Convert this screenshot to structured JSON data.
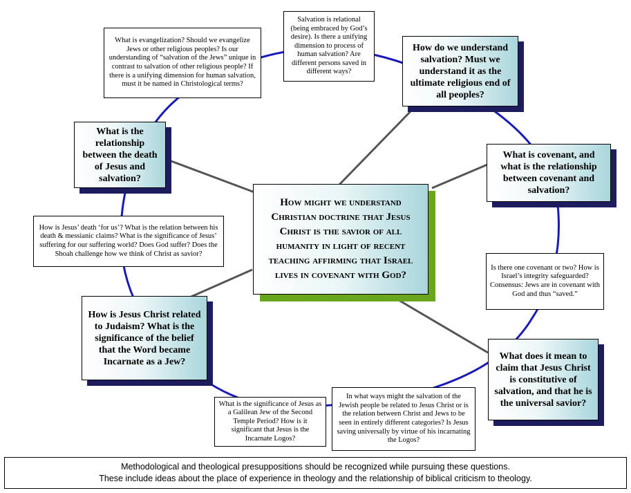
{
  "center": {
    "text": "How might we understand Christian doctrine that Jesus Christ is the savior of all humanity in light of recent teaching affirming that Israel lives in covenant with God?"
  },
  "questions": {
    "q1": "How do we understand salvation? Must we understand it as the ultimate religious end of all peoples?",
    "q2": "What is covenant, and what is the relationship between covenant and salvation?",
    "q3": "What does it mean to claim that Jesus Christ is constitutive of salvation, and that he is the universal savior?",
    "q4": "How is Jesus Christ related to Judaism? What is the significance of the belief that the Word became Incarnate as a Jew?",
    "q5": "What is the relationship between the death of Jesus and salvation?"
  },
  "notes": {
    "n_top": "Salvation is relational (being embraced by God’s desire). Is there a unifying dimension to process of human salvation? Are different persons saved in different ways?",
    "n_right": "Is there one covenant or two? How is Israel’s integrity safeguarded? Consensus: Jews are in covenant with God and thus “saved.”",
    "n_bottom_right": "In what ways might the salvation of the Jewish people be related to Jesus Christ or is the relation between Christ and Jews to be seen in entirely different categories? Is Jesus saving universally by virtue of his incarnating the Logos?",
    "n_bottom_left": "What is the significance of Jesus as a Galilean Jew of the Second Temple Period? How is it significant that Jesus is the Incarnate Logos?",
    "n_left": "How is Jesus’ death ‘for us’? What is the relation between his death & messianic claims? What is the significance of Jesus’ suffering for our suffering world? Does God suffer? Does the Shoah challenge how we think of Christ as savior?",
    "n_top_left": "What is evangelization? Should we evangelize Jews or other religious peoples? Is our understanding of “salvation of the Jews” unique in contrast to salvation of other religious people? If there is a unifying dimension for human salvation, must it be named in Christological terms?"
  },
  "footer": {
    "line1": "Methodological and theological presuppositions should be recognized while pursuing these questions.",
    "line2": "These include ideas about the place of experience in theology and the relationship of biblical criticism to theology."
  },
  "colors": {
    "ring": "#1a1ab8",
    "spoke": "#555555",
    "shadow": "#1c1c5e",
    "center_shadow": "#6aa51e"
  }
}
